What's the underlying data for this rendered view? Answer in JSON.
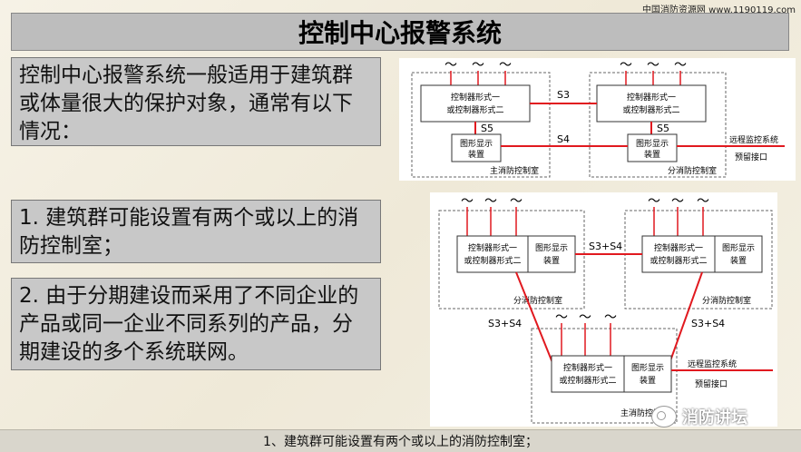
{
  "header": {
    "site_watermark": "中国消防资源网 www.1190119.com",
    "title": "控制中心报警系统"
  },
  "intro": "控制中心报警系统一般适用于建筑群或体量很大的保护对象，通常有以下情况：",
  "point1": "1. 建筑群可能设置有两个或以上的消防控制室；",
  "point2": "2. 由于分期建设而采用了不同企业的产品或同一企业不同系列的产品，分期建设的多个系统联网。",
  "footer": {
    "caption": "1、建筑群可能设置有两个或以上的消防控制室；",
    "logo_text": "消防讲坛"
  },
  "diagram_top": {
    "controller": "控制器形式一或控制器形式二",
    "controller_line1": "控制器形式一",
    "controller_line2": "或控制器形式二",
    "display_line1": "图形显示",
    "display_line2": "装置",
    "link_s3": "S3",
    "link_s4": "S4",
    "link_s5_left": "S5",
    "link_s5_right": "S5",
    "room_main": "主消防控制室",
    "room_sub": "分消防控制室",
    "remote_line1": "远程监控系统",
    "remote_line2": "预留接口",
    "wave": "～"
  },
  "diagram_bottom": {
    "controller_line1": "控制器形式一",
    "controller_line2": "或控制器形式二",
    "display_line1": "图形显示",
    "display_line2": "装置",
    "link_s3s4_top": "S3+S4",
    "link_s3s4_left": "S3+S4",
    "link_s3s4_right": "S3+S4",
    "room_sub_left": "分消防控制室",
    "room_sub_right": "分消防控制室",
    "room_main": "主消防控制室",
    "remote_line1": "远程监控系统",
    "remote_line2": "预留接口",
    "wave": "～"
  },
  "colors": {
    "link_red": "#e1191f",
    "title_bg": "#bdbdbd",
    "text_box_bg": "#c8c8c8"
  }
}
